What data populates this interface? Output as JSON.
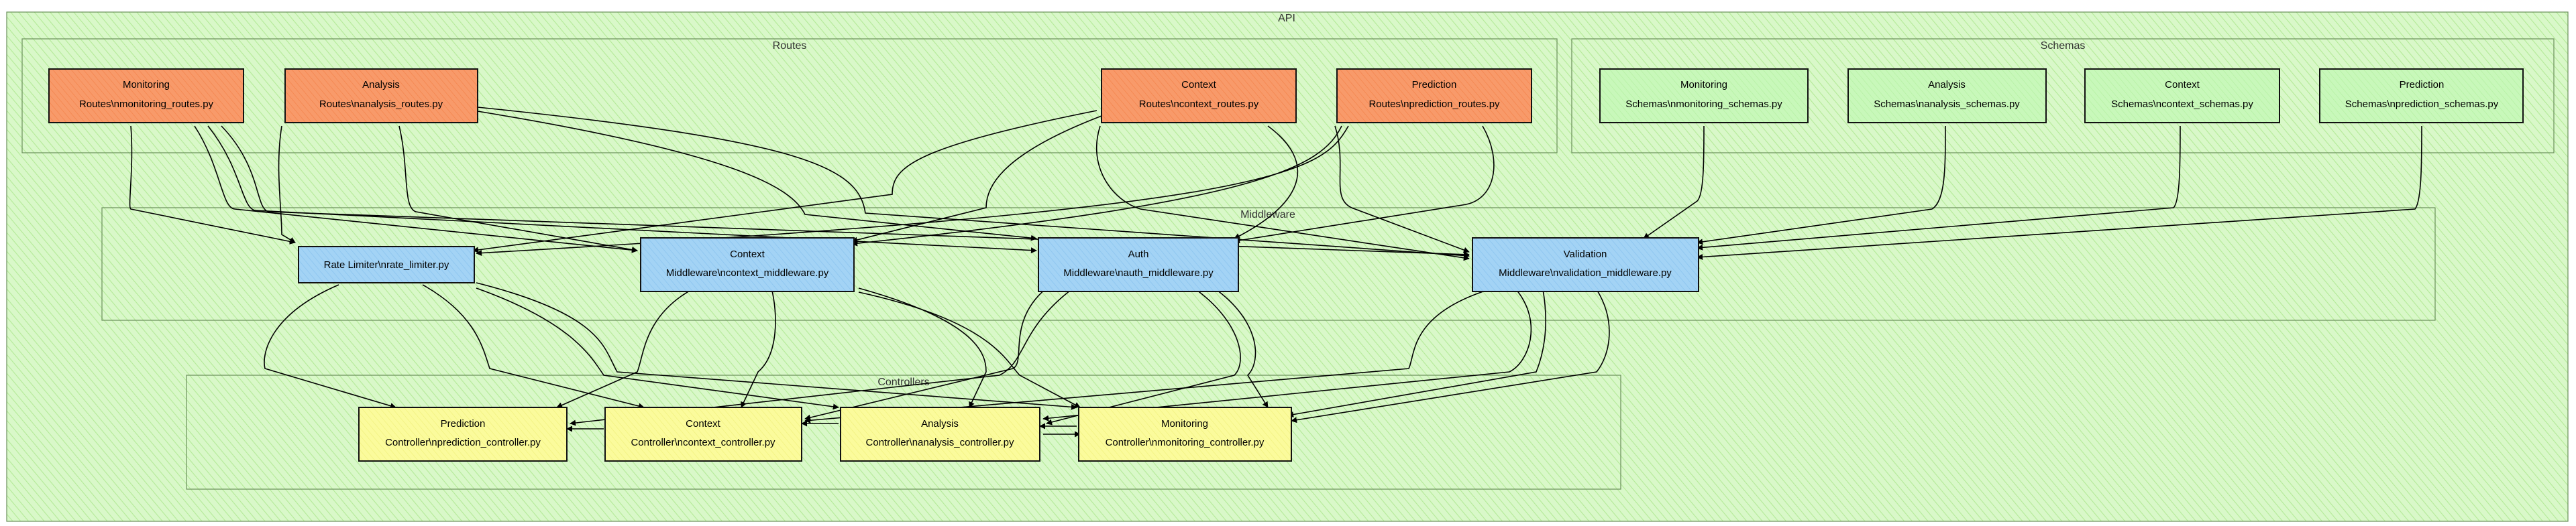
{
  "diagram": {
    "groups": {
      "api": {
        "title": "API"
      },
      "routes": {
        "title": "Routes"
      },
      "schemas": {
        "title": "Schemas"
      },
      "middleware": {
        "title": "Middleware"
      },
      "controllers": {
        "title": "Controllers"
      }
    },
    "nodes": {
      "routes_monitoring": {
        "title": "Monitoring",
        "sub": "Routes\\nmonitoring_routes.py"
      },
      "routes_analysis": {
        "title": "Analysis",
        "sub": "Routes\\nanalysis_routes.py"
      },
      "routes_context": {
        "title": "Context",
        "sub": "Routes\\ncontext_routes.py"
      },
      "routes_prediction": {
        "title": "Prediction",
        "sub": "Routes\\nprediction_routes.py"
      },
      "schemas_monitoring": {
        "title": "Monitoring",
        "sub": "Schemas\\nmonitoring_schemas.py"
      },
      "schemas_analysis": {
        "title": "Analysis",
        "sub": "Schemas\\nanalysis_schemas.py"
      },
      "schemas_context": {
        "title": "Context",
        "sub": "Schemas\\ncontext_schemas.py"
      },
      "schemas_prediction": {
        "title": "Prediction",
        "sub": "Schemas\\nprediction_schemas.py"
      },
      "mw_ratelimiter": {
        "title": "",
        "sub": "Rate Limiter\\nrate_limiter.py"
      },
      "mw_context": {
        "title": "Context",
        "sub": "Middleware\\ncontext_middleware.py"
      },
      "mw_auth": {
        "title": "Auth",
        "sub": "Middleware\\nauth_middleware.py"
      },
      "mw_validation": {
        "title": "Validation",
        "sub": "Middleware\\nvalidation_middleware.py"
      },
      "ctrl_prediction": {
        "title": "Prediction",
        "sub": "Controller\\nprediction_controller.py"
      },
      "ctrl_context": {
        "title": "Context",
        "sub": "Controller\\ncontext_controller.py"
      },
      "ctrl_analysis": {
        "title": "Analysis",
        "sub": "Controller\\nanalysis_controller.py"
      },
      "ctrl_monitoring": {
        "title": "Monitoring",
        "sub": "Controller\\nmonitoring_controller.py"
      }
    },
    "colors": {
      "background": "#ffffff",
      "group_fill": "#d7f7c7",
      "group_hatch": "#b6ec9c",
      "group_border": "#6a8f5a",
      "routes_fill": "#f89a6a",
      "schemas_fill": "#c6f7b8",
      "middleware_fill": "#9ccff3",
      "controllers_fill": "#fafa96",
      "node_border": "#111111",
      "edge": "#000000"
    }
  }
}
